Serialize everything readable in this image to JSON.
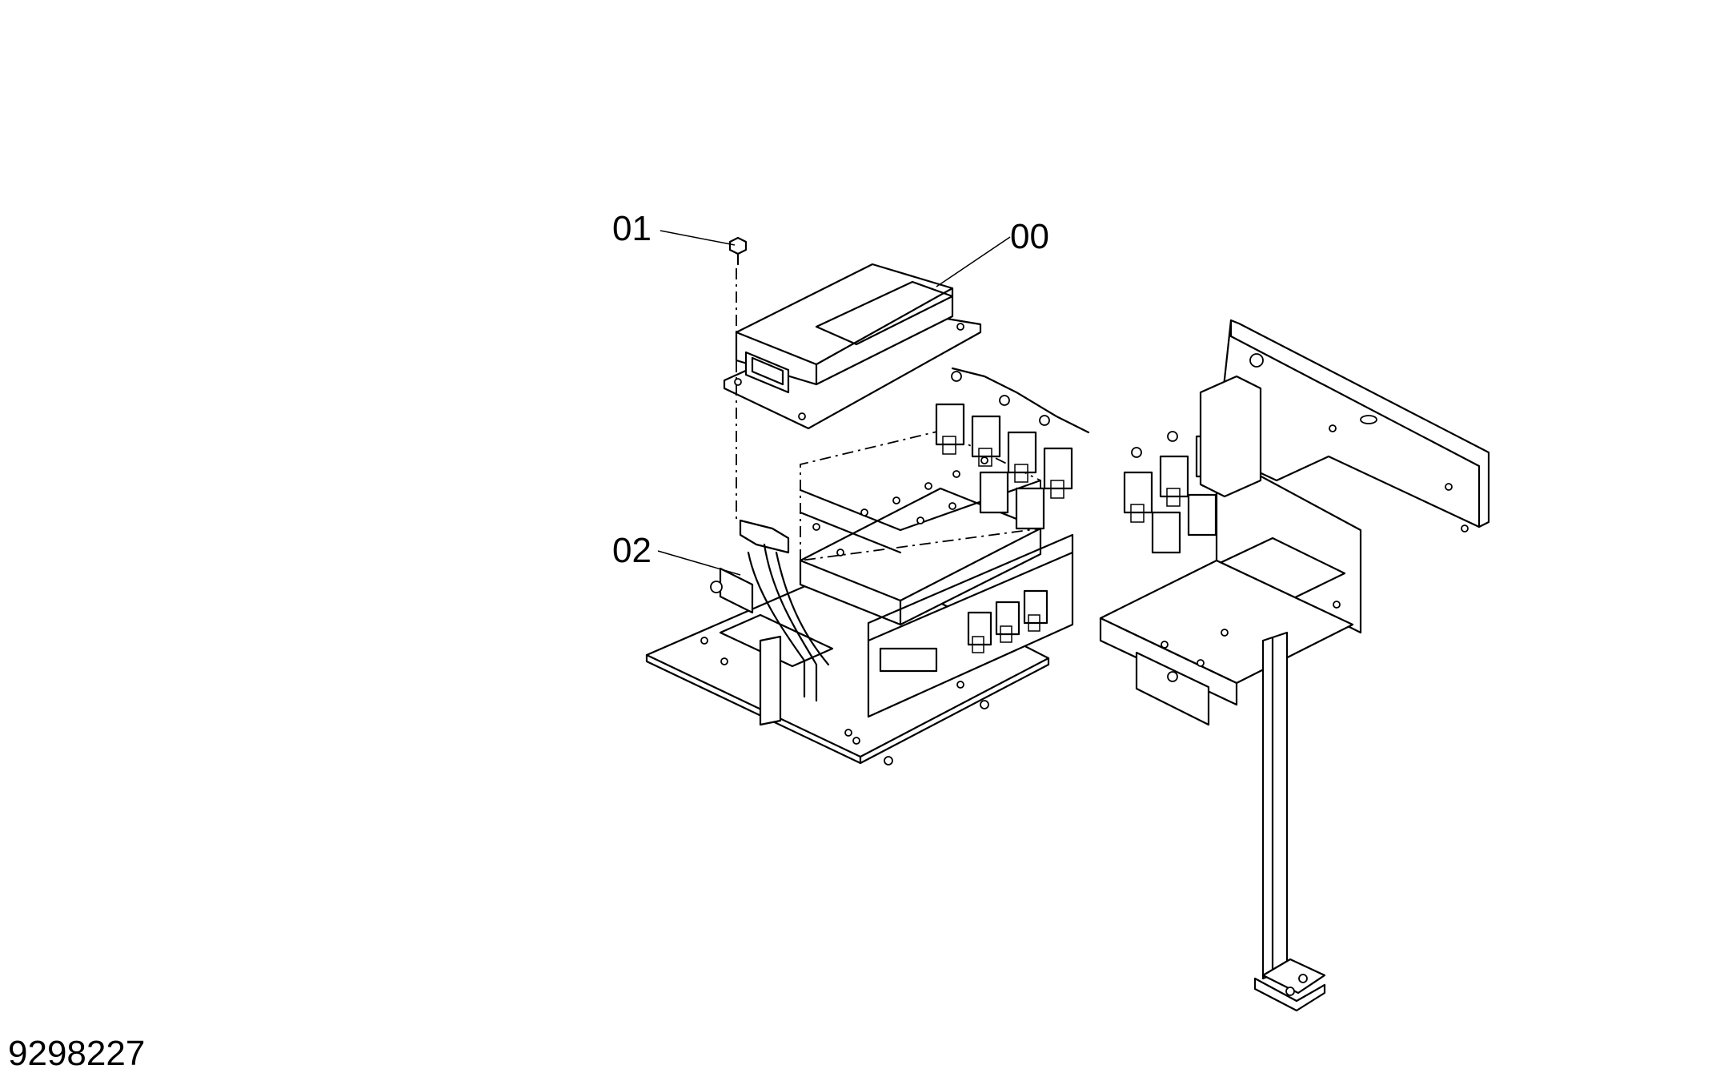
{
  "diagram": {
    "callouts": [
      {
        "id": "part-00",
        "label": "00"
      },
      {
        "id": "part-01",
        "label": "01"
      },
      {
        "id": "part-02",
        "label": "02"
      }
    ],
    "figure_number": "9298227"
  }
}
